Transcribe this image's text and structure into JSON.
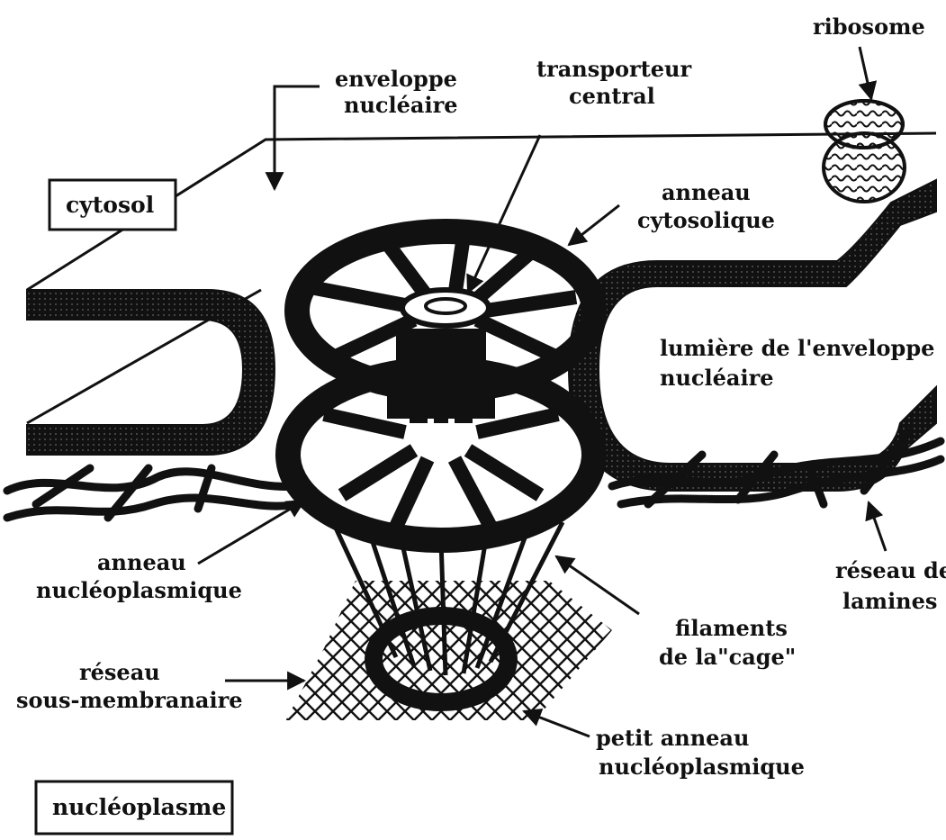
{
  "labels": {
    "ribosome": "ribosome",
    "enveloppe_1": "enveloppe",
    "enveloppe_2": "nucléaire",
    "transporteur_1": "transporteur",
    "transporteur_2": "central",
    "cytosol": "cytosol",
    "anneau_cyto_1": "anneau",
    "anneau_cyto_2": "cytosolique",
    "lumiere_1": "lumière de l'enveloppe",
    "lumiere_2": "nucléaire",
    "anneau_nucleo_1": "anneau",
    "anneau_nucleo_2": "nucléoplasmique",
    "reseau_lamines_1": "réseau de",
    "reseau_lamines_2": "lamines",
    "filaments_1": "filaments",
    "filaments_2": "de la\"cage\"",
    "reseau_sous_1": "réseau",
    "reseau_sous_2": "sous-membranaire",
    "petit_anneau_1": "petit anneau",
    "petit_anneau_2": "nucléoplasmique",
    "nucleoplasme": "nucléoplasme"
  }
}
